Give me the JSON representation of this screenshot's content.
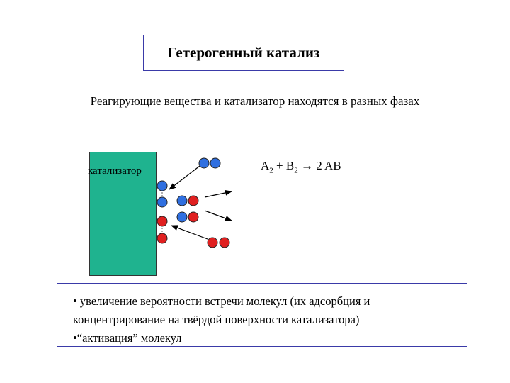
{
  "title": "Гетерогенный катализ",
  "subtitle": "Реагирующие вещества и катализатор находятся в разных фазах",
  "catalyst_label": "катализатор",
  "equation": {
    "a": "A",
    "a_sub": "2",
    "plus": " + ",
    "b": "B",
    "b_sub": "2",
    "arrow": " → ",
    "product": "2 AB"
  },
  "bullets": [
    "• увеличение вероятности встречи молекул (их адсорбция и",
    "концентрирование на твёрдой поверхности катализатора)",
    "•“активация” молекул"
  ],
  "colors": {
    "catalyst": "#1fb38f",
    "atom_blue": "#2f6fe0",
    "atom_red": "#e02020",
    "box_border": "#3a3aa8"
  }
}
